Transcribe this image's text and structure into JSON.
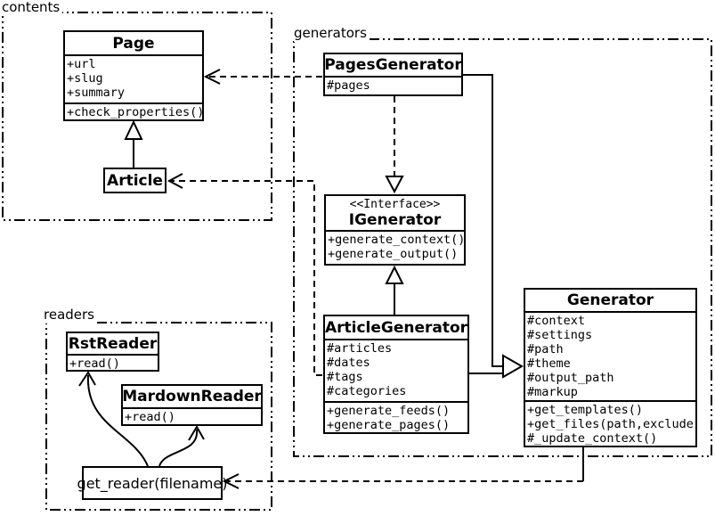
{
  "diagram": {
    "kind": "uml-class-diagram",
    "background_color": "#ffffff",
    "line_color": "#000000"
  },
  "packages": {
    "contents": {
      "label": "contents"
    },
    "generators": {
      "label": "generators"
    },
    "readers": {
      "label": "readers"
    }
  },
  "classes": {
    "page": {
      "name": "Page",
      "attributes": [
        "+url",
        "+slug",
        "+summary"
      ],
      "methods": [
        "+check_properties()"
      ]
    },
    "article": {
      "name": "Article"
    },
    "pages_generator": {
      "name": "PagesGenerator",
      "attributes": [
        "#pages"
      ]
    },
    "igenerator": {
      "stereotype": "<<Interface>>",
      "name": "IGenerator",
      "methods": [
        "+generate_context()",
        "+generate_output()"
      ]
    },
    "article_generator": {
      "name": "ArticleGenerator",
      "attributes": [
        "#articles",
        "#dates",
        "#tags",
        "#categories"
      ],
      "methods": [
        "+generate_feeds()",
        "+generate_pages()"
      ]
    },
    "generator": {
      "name": "Generator",
      "attributes": [
        "#context",
        "#settings",
        "#path",
        "#theme",
        "#output_path",
        "#markup"
      ],
      "methods": [
        "+get_templates()",
        "+get_files(path,exclude)",
        "#_update_context()"
      ]
    },
    "rst_reader": {
      "name": "RstReader",
      "methods": [
        "+read()"
      ]
    },
    "mardown_reader": {
      "name": "MardownReader",
      "methods": [
        "+read()"
      ]
    },
    "get_reader": {
      "label": "get_reader(filename)"
    }
  },
  "relationships": [
    {
      "from": "Article",
      "to": "Page",
      "type": "generalization"
    },
    {
      "from": "PagesGenerator",
      "to": "Page",
      "type": "dependency"
    },
    {
      "from": "ArticleGenerator",
      "to": "Article",
      "type": "dependency"
    },
    {
      "from": "PagesGenerator",
      "to": "IGenerator",
      "type": "realization"
    },
    {
      "from": "ArticleGenerator",
      "to": "IGenerator",
      "type": "generalization"
    },
    {
      "from": "PagesGenerator",
      "to": "Generator",
      "type": "generalization"
    },
    {
      "from": "ArticleGenerator",
      "to": "Generator",
      "type": "generalization"
    },
    {
      "from": "Generator",
      "to": "get_reader(filename)",
      "type": "dependency"
    },
    {
      "from": "get_reader(filename)",
      "to": "RstReader",
      "type": "arrow"
    },
    {
      "from": "get_reader(filename)",
      "to": "MardownReader",
      "type": "arrow"
    }
  ]
}
